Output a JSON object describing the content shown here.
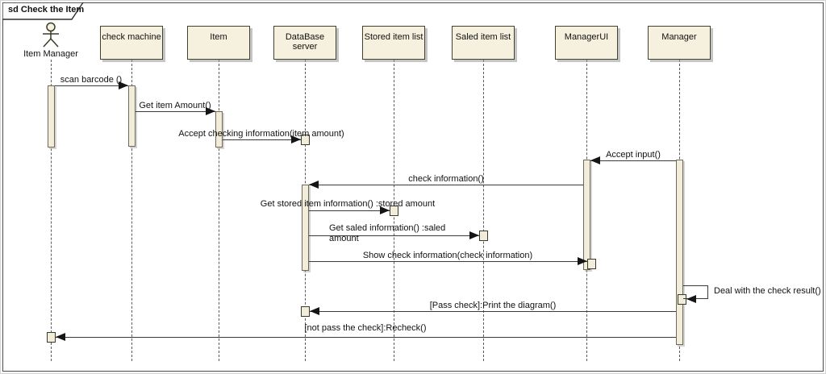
{
  "diagram": {
    "title": "sd Check the Item",
    "kind": "uml-sequence-diagram"
  },
  "lifelines": [
    {
      "id": "item-manager",
      "label": "Item Manager",
      "type": "actor"
    },
    {
      "id": "check-machine",
      "label": "check machine",
      "type": "object"
    },
    {
      "id": "item",
      "label": "Item",
      "type": "object"
    },
    {
      "id": "database-server",
      "label": "DataBase server",
      "type": "object"
    },
    {
      "id": "stored-item-list",
      "label": "Stored item list",
      "type": "object"
    },
    {
      "id": "saled-item-list",
      "label": "Saled item list",
      "type": "object"
    },
    {
      "id": "manager-ui",
      "label": "ManagerUI",
      "type": "object"
    },
    {
      "id": "manager",
      "label": "Manager",
      "type": "object"
    }
  ],
  "messages": [
    {
      "label": "scan barcode ()",
      "from": "item-manager",
      "to": "check-machine"
    },
    {
      "label": "Get item Amount()",
      "from": "check-machine",
      "to": "item"
    },
    {
      "label": "Accept checking information(item amount)",
      "from": "item",
      "to": "database-server"
    },
    {
      "label": "Accept input()",
      "from": "manager",
      "to": "manager-ui"
    },
    {
      "label": "check information()",
      "from": "manager-ui",
      "to": "database-server"
    },
    {
      "label": "Get stored item information() :stored amount",
      "from": "database-server",
      "to": "stored-item-list"
    },
    {
      "label": "Get saled information() :saled amount",
      "from": "database-server",
      "to": "saled-item-list"
    },
    {
      "label": "Show check information(check information)",
      "from": "database-server",
      "to": "manager-ui"
    },
    {
      "label": "Deal with the check result()",
      "from": "manager",
      "to": "manager",
      "self": true
    },
    {
      "label": "[Pass check]:Print the diagram()",
      "from": "manager",
      "to": "database-server"
    },
    {
      "label": "[not pass the check]:Recheck()",
      "from": "manager",
      "to": "item-manager"
    }
  ],
  "colors": {
    "box_fill": "#f6f0de",
    "box_border": "#43402f",
    "activation_fill": "#f2ecda",
    "message_line": "#3a3a3a",
    "background": "#ffffff"
  }
}
